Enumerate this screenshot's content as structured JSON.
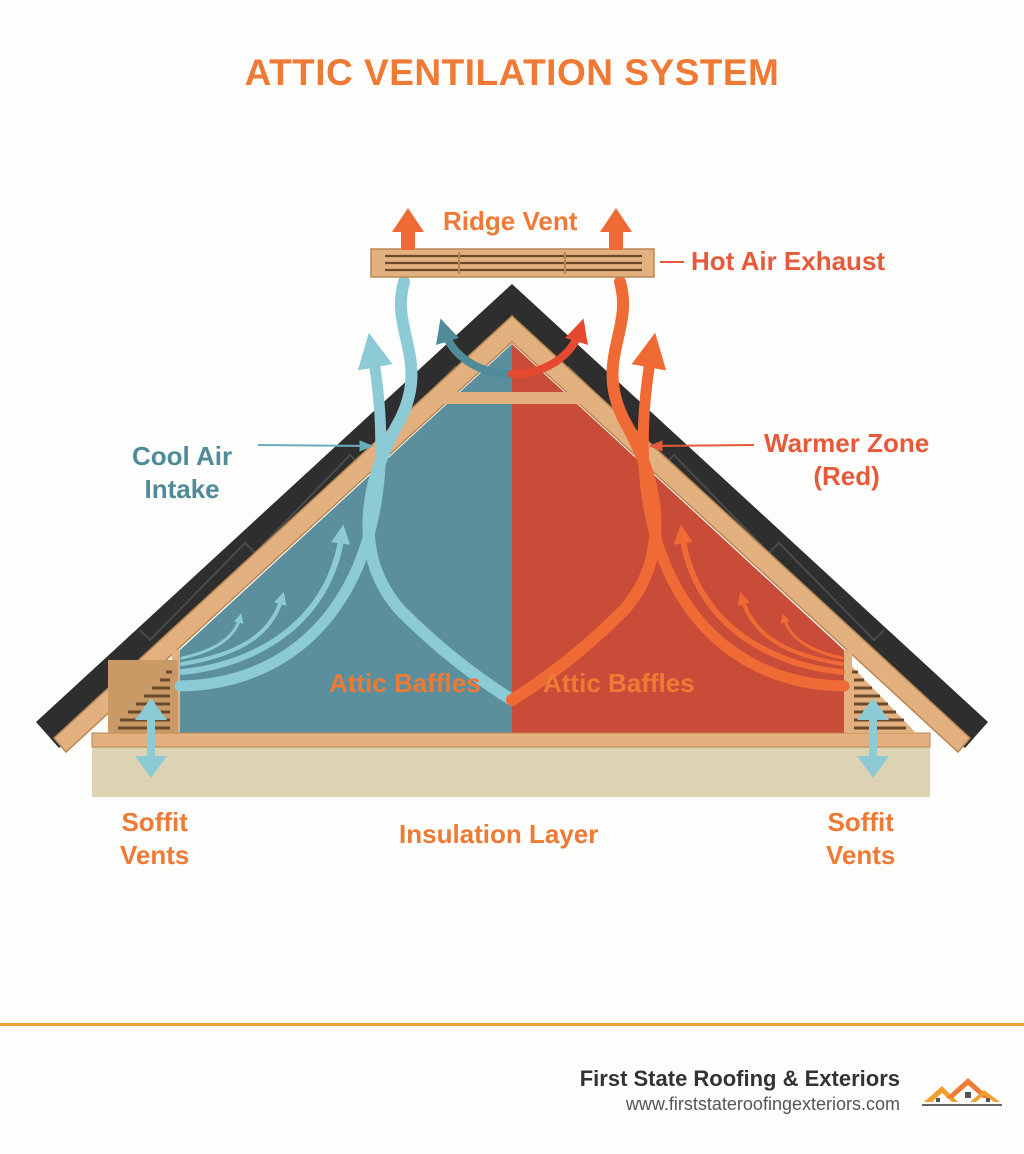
{
  "title": "ATTIC VENTILATION SYSTEM",
  "labels": {
    "ridge_vent": "Ridge Vent",
    "hot_air_exhaust": "Hot Air Exhaust",
    "cool_air_intake_line1": "Cool Air",
    "cool_air_intake_line2": "Intake",
    "warmer_zone_line1": "Warmer Zone",
    "warmer_zone_line2": "(Red)",
    "attic_baffles_left": "Attic Baffles",
    "attic_baffles_right": "Attic Baffles",
    "soffit_left_line1": "Soffit",
    "soffit_left_line2": "Vents",
    "soffit_right_line1": "Soffit",
    "soffit_right_line2": "Vents",
    "insulation_layer": "Insulation Layer"
  },
  "footer": {
    "company": "First State Roofing & Exteriors",
    "url": "www.firststateroofingexteriors.com"
  },
  "colors": {
    "accent_orange": "#ee7a35",
    "cool_blue": "#5b8f9d",
    "warm_red": "#c94c38",
    "cool_air_arrow": "#8ccad6",
    "hot_air_arrow": "#ef6a35",
    "roof_shingles": "#2e2e2e",
    "wood_frame": "#e3b17f",
    "insulation": "#ddd2b4"
  }
}
